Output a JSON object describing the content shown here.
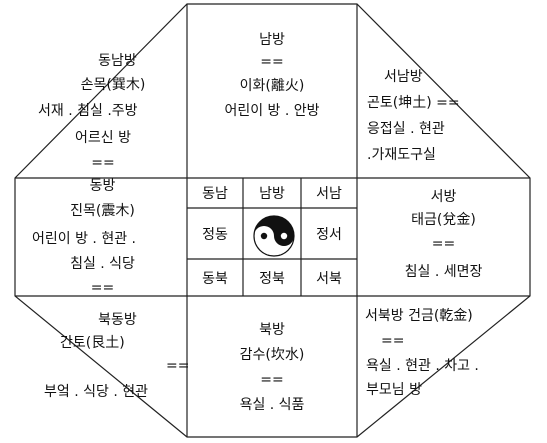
{
  "south": {
    "title": "남방",
    "eq": "==",
    "element": "이화(離火)",
    "rooms": "어린이 방 . 안방"
  },
  "southeast": {
    "title": "동남방",
    "element": "손목(巽木)",
    "rooms1": "서재 . 침실 .주방",
    "rooms2": "어르신 방",
    "eq": "=="
  },
  "southwest": {
    "title": "서남방",
    "element": "곤토(坤土) ==",
    "rooms1": "응접실 . 현관",
    "rooms2": ".가재도구실"
  },
  "east": {
    "title": "동방",
    "element": "진목(震木)",
    "rooms1": "어린이 방 . 현관 .",
    "rooms2": "침실 . 식당",
    "eq": "=="
  },
  "west": {
    "title": "서방",
    "element": "태금(兌金)",
    "eq": "==",
    "rooms": "침실 . 세면장"
  },
  "northeast": {
    "title": "북동방",
    "element": "간토(艮土)",
    "eq": "==",
    "rooms": "부엌 . 식당 . 현관"
  },
  "north": {
    "title": "북방",
    "element": "감수(坎水)",
    "eq": "==",
    "rooms": "욕실 . 식품"
  },
  "northwest": {
    "title": "서북방 건금(乾金)",
    "eq": "==",
    "rooms1": "욕실 . 현관 . 차고 .",
    "rooms2": "부모님 방"
  },
  "grid": {
    "top": [
      "동남",
      "남방",
      "서남"
    ],
    "middle": [
      "정동",
      "정서"
    ],
    "bottom": [
      "동북",
      "정북",
      "서북"
    ]
  },
  "center_icon": "yin-yang-icon"
}
